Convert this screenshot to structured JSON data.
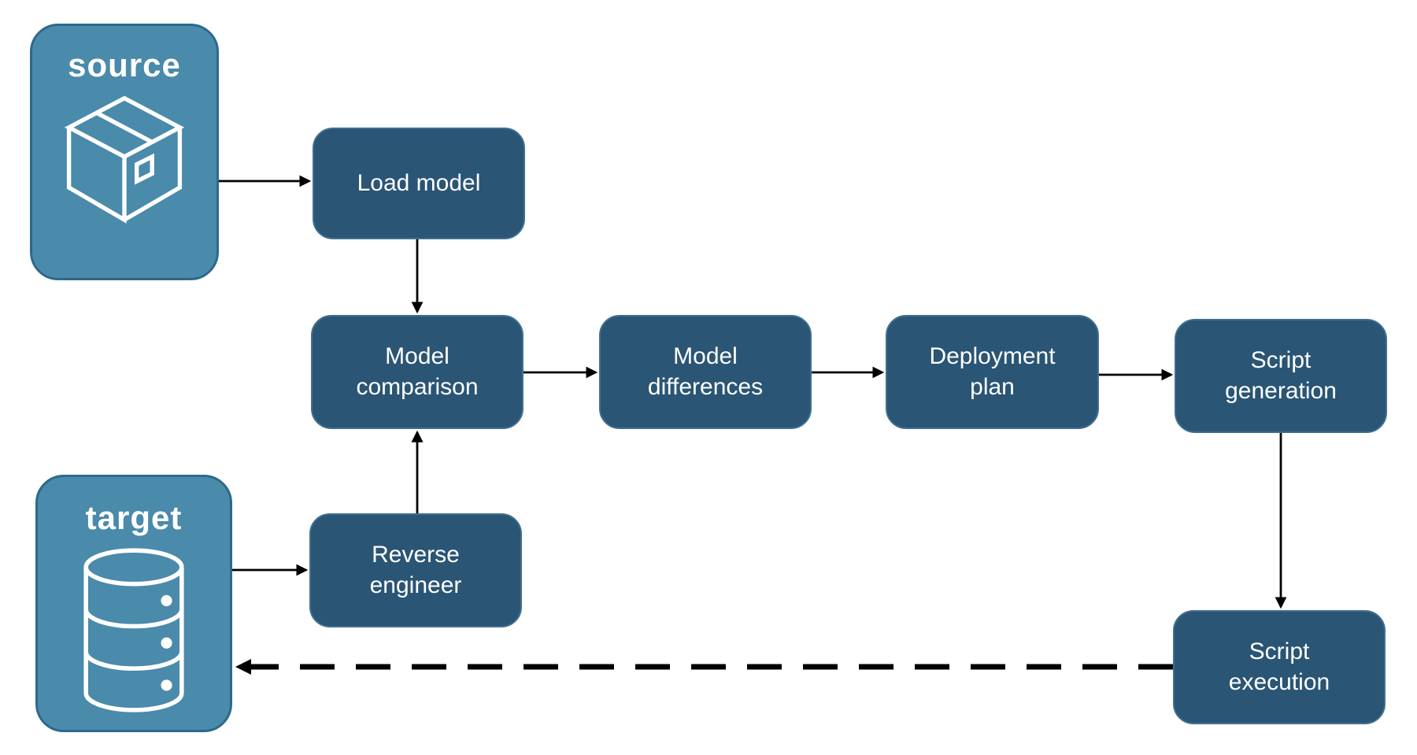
{
  "diagram": {
    "source_group": {
      "label": "source",
      "icon": "package-icon"
    },
    "target_group": {
      "label": "target",
      "icon": "database-icon"
    },
    "nodes": {
      "load_model": {
        "label": "Load model"
      },
      "model_comparison": {
        "label": "Model comparison"
      },
      "model_differences": {
        "label": "Model differences"
      },
      "deployment_plan": {
        "label": "Deployment plan"
      },
      "script_generation": {
        "label": "Script generation"
      },
      "reverse_engineer": {
        "label": "Reverse engineer"
      },
      "script_execution": {
        "label": "Script execution"
      }
    },
    "edges": [
      {
        "from": "source",
        "to": "load_model",
        "style": "solid"
      },
      {
        "from": "load_model",
        "to": "model_comparison",
        "style": "solid"
      },
      {
        "from": "model_comparison",
        "to": "model_differences",
        "style": "solid"
      },
      {
        "from": "model_differences",
        "to": "deployment_plan",
        "style": "solid"
      },
      {
        "from": "deployment_plan",
        "to": "script_generation",
        "style": "solid"
      },
      {
        "from": "script_generation",
        "to": "script_execution",
        "style": "solid"
      },
      {
        "from": "target",
        "to": "reverse_engineer",
        "style": "solid"
      },
      {
        "from": "reverse_engineer",
        "to": "model_comparison",
        "style": "solid"
      },
      {
        "from": "script_execution",
        "to": "target",
        "style": "dashed"
      }
    ],
    "colors": {
      "node_fill": "#2a5574",
      "node_border": "#407090",
      "group_fill": "#4a8aab",
      "group_border": "#2b6a8c",
      "text": "#ffffff",
      "arrow": "#000000",
      "background": "#ffffff"
    }
  }
}
